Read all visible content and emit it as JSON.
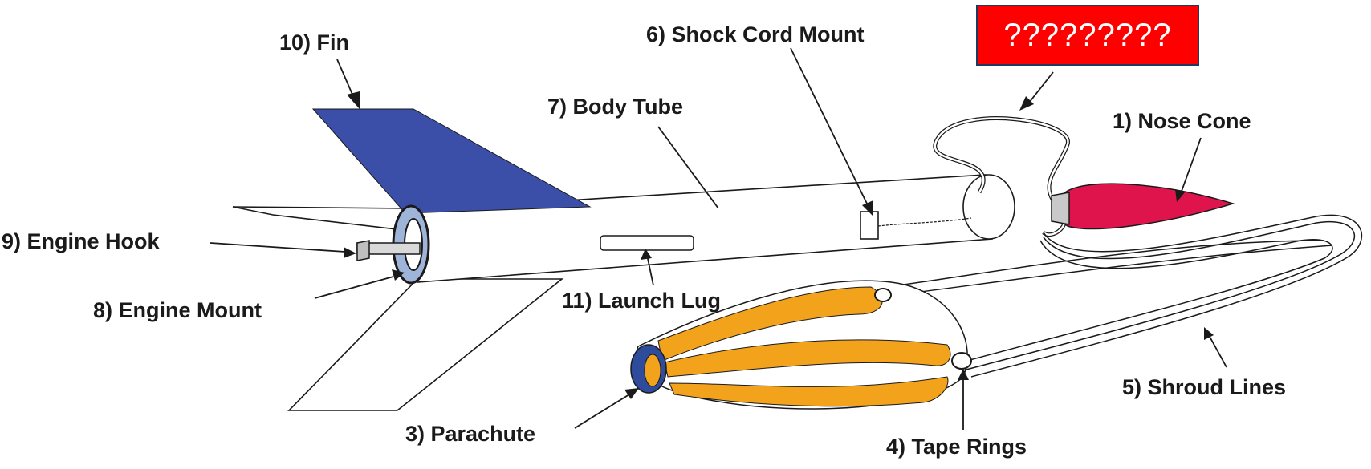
{
  "labels": {
    "fin": "10) Fin",
    "shock_cord_mount": "6) Shock Cord Mount",
    "body_tube": "7) Body Tube",
    "nose_cone": "1) Nose Cone",
    "engine_hook": "9) Engine Hook",
    "engine_mount": "8) Engine Mount",
    "launch_lug": "11) Launch Lug",
    "shroud_lines": "5) Shroud Lines",
    "parachute": "3) Parachute",
    "tape_rings": "4) Tape Rings"
  },
  "hidden_label": {
    "text": "?????????",
    "background_color": "#ff0000"
  },
  "colors": {
    "fin": "#3b4fa8",
    "nose_cone": "#e0144c",
    "parachute": "#f2a31b",
    "parachute_tip": "#2f4c9c",
    "engine_mount": "#9fb4d9",
    "outline": "#1a1a1a"
  }
}
